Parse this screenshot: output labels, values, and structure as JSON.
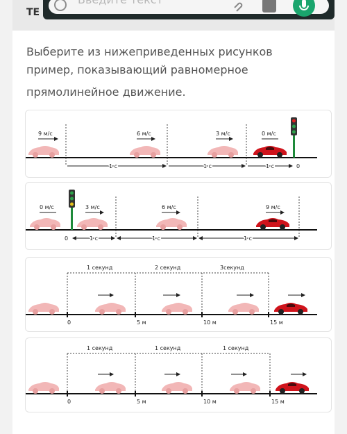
{
  "header": {
    "label": "ТЕ",
    "search_placeholder": "Введите текст"
  },
  "question": {
    "line1": "Выберите из нижеприведенных рисунков",
    "line2": "пример, показывающий равномерное",
    "line3": "прямолинейное движение."
  },
  "options": [
    {
      "speeds": [
        "9 м/с",
        "6 м/с",
        "3 м/с",
        "0 м/с"
      ],
      "interval_labels": [
        "1 с",
        "1 с",
        "1 с"
      ],
      "end_marker": "0"
    },
    {
      "speeds": [
        "0 м/с",
        "3 м/с",
        "6 м/с",
        "9 м/с"
      ],
      "interval_labels": [
        "1 с",
        "1 с",
        "1 с"
      ],
      "start_marker": "0"
    },
    {
      "interval_labels": [
        "1 секунд",
        "2 секунд",
        "3секунд"
      ],
      "distance_labels": [
        "0",
        "5 м",
        "10 м",
        "15 м"
      ]
    },
    {
      "interval_labels": [
        "1 секунд",
        "1 секунд",
        "1 секунд"
      ],
      "distance_labels": [
        "0",
        "5 м",
        "10 м",
        "15 м"
      ]
    }
  ],
  "colors": {
    "car_main": "#d0141c",
    "car_ghost": "#f2b7b7",
    "traffic_post": "#1e8a3a"
  }
}
